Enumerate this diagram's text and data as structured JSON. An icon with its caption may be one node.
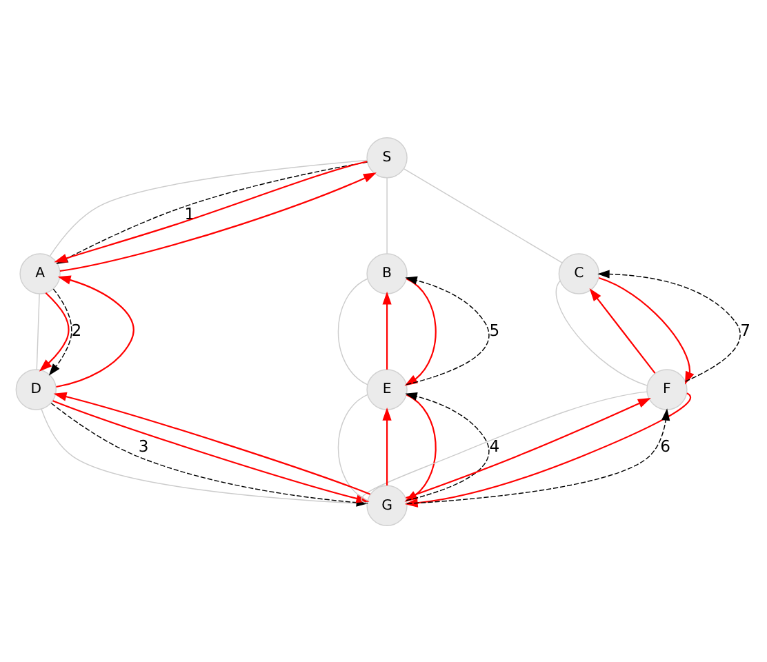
{
  "diagram": {
    "nodes": [
      {
        "text": [
          "S"
        ]
      },
      {
        "text": [
          "A"
        ]
      },
      {
        "text": [
          "B"
        ]
      },
      {
        "text": [
          "C"
        ]
      },
      {
        "text": [
          "D"
        ]
      },
      {
        "text": [
          "E"
        ]
      },
      {
        "text": [
          "F"
        ]
      },
      {
        "text": [
          "G"
        ]
      }
    ],
    "edges": [
      {
        "from": 0,
        "to": 1,
        "arrow": "none",
        "color": "#cccccc"
      },
      {
        "from": 0,
        "to": 2,
        "arrow": "none",
        "color": "#cccccc"
      },
      {
        "from": 0,
        "to": 3,
        "arrow": "none",
        "color": "#cccccc"
      },
      {
        "from": 1,
        "to": 4,
        "arrow": "none",
        "color": "#cccccc"
      },
      {
        "from": 2,
        "to": 5,
        "arrow": "none",
        "color": "#cccccc"
      },
      {
        "from": 3,
        "to": 6,
        "arrow": "none",
        "color": "#cccccc"
      },
      {
        "from": 4,
        "to": 7,
        "arrow": "none",
        "color": "#cccccc"
      },
      {
        "from": 5,
        "to": 7,
        "arrow": "none",
        "color": "#cccccc"
      },
      {
        "from": 6,
        "to": 7,
        "arrow": "none",
        "color": "#cccccc"
      },
      {
        "from": 0,
        "to": 1,
        "arrow": "to",
        "style": "dashed",
        "color": "#000000",
        "label": "1"
      },
      {
        "from": 1,
        "to": 4,
        "arrow": "to",
        "style": "dashed",
        "color": "#000000",
        "label": "2"
      },
      {
        "from": 4,
        "to": 7,
        "arrow": "to",
        "style": "dashed",
        "color": "#000000",
        "label": "3"
      },
      {
        "from": 7,
        "to": 5,
        "arrow": "to",
        "style": "dashed",
        "color": "#000000",
        "label": "4"
      },
      {
        "from": 5,
        "to": 2,
        "arrow": "to",
        "style": "dashed",
        "color": "#000000",
        "label": "5"
      },
      {
        "from": 7,
        "to": 6,
        "arrow": "to",
        "style": "dashed",
        "color": "#000000",
        "label": "6"
      },
      {
        "from": 6,
        "to": 3,
        "arrow": "to",
        "style": "dashed",
        "color": "#000000",
        "label": "7"
      },
      {
        "from": 0,
        "to": 1,
        "arrow": "to",
        "color": "#ff0000"
      },
      {
        "from": 1,
        "to": 4,
        "arrow": "to",
        "color": "#ff0000"
      },
      {
        "from": 4,
        "to": 7,
        "arrow": "to",
        "color": "#ff0000"
      },
      {
        "from": 7,
        "to": 5,
        "arrow": "to",
        "color": "#ff0000"
      },
      {
        "from": 5,
        "to": 2,
        "arrow": "to",
        "color": "#ff0000"
      },
      {
        "from": 2,
        "to": 5,
        "arrow": "to",
        "color": "#ff0000"
      },
      {
        "from": 5,
        "to": 7,
        "arrow": "to",
        "color": "#ff0000"
      },
      {
        "from": 7,
        "to": 6,
        "arrow": "to",
        "color": "#ff0000"
      },
      {
        "from": 6,
        "to": 3,
        "arrow": "to",
        "color": "#ff0000"
      },
      {
        "from": 3,
        "to": 6,
        "arrow": "to",
        "color": "#ff0000"
      },
      {
        "from": 6,
        "to": 7,
        "arrow": "to",
        "color": "#ff0000"
      },
      {
        "from": 7,
        "to": 4,
        "arrow": "to",
        "color": "#ff0000"
      },
      {
        "from": 4,
        "to": 1,
        "arrow": "to",
        "color": "#ff0000"
      },
      {
        "from": 1,
        "to": 0,
        "arrow": "to",
        "color": "#ff0000"
      }
    ]
  }
}
